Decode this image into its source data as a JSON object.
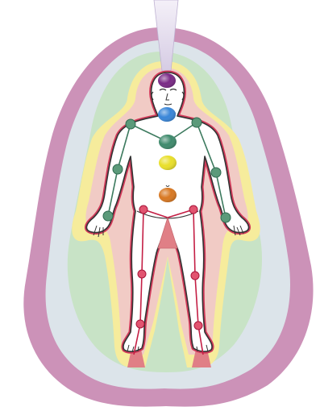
{
  "colors": {
    "background": "#ffffff",
    "aura_outer": "#cc92b8",
    "aura_pale_blue": "#dce4ea",
    "aura_green": "#c8e3c6",
    "aura_yellow": "#f6ec9c",
    "aura_pink": "#f1cbc5",
    "aura_red_edge": "#d23a5a",
    "body_fill": "#ffffff",
    "body_outline": "#333333",
    "light_beam": "#e4dcee",
    "green_channel": "#3c7a5e",
    "green_joint": "#5b9a7a",
    "red_channel": "#c41f45",
    "red_joint": "#e25470",
    "grounding_cone": "#e07f86",
    "chakra_crown": "#7a2a86",
    "chakra_third_eye": "#3a86d8",
    "chakra_throat": "#3f8a6c",
    "chakra_heart": "#e9df2a",
    "chakra_sacral": "#d87822"
  },
  "chakras": [
    {
      "name": "crown",
      "color": "#7a2a86"
    },
    {
      "name": "third-eye",
      "color": "#3a86d8"
    },
    {
      "name": "throat",
      "color": "#3f8a6c"
    },
    {
      "name": "heart",
      "color": "#e9df2a"
    },
    {
      "name": "sacral",
      "color": "#d87822"
    }
  ],
  "icons": [
    "light-beam-icon",
    "human-figure-icon",
    "grounding-cone-icon"
  ]
}
